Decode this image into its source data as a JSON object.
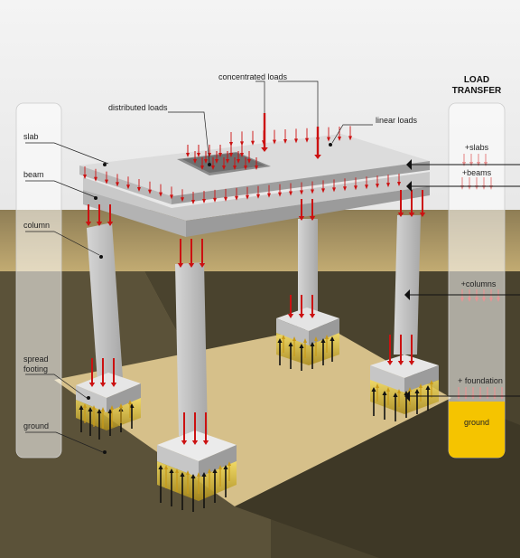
{
  "labels": {
    "concentrated_loads": "concentrated loads",
    "distributed_loads": "distributed loads",
    "linear_loads": "linear loads",
    "slab": "slab",
    "beam": "beam",
    "column": "column",
    "spread_footing_1": "spread",
    "spread_footing_2": "footing",
    "ground": "ground"
  },
  "load_transfer": {
    "title_1": "LOAD",
    "title_2": "TRANSFER",
    "stages": [
      "+slabs",
      "+beams",
      "+columns",
      "+ foundation"
    ],
    "ground_label": "ground"
  },
  "colors": {
    "load_arrow": "#cc1111",
    "reaction_arrow": "#111111",
    "ground_band": "#f5c400",
    "concrete": "#c4c4c4"
  }
}
